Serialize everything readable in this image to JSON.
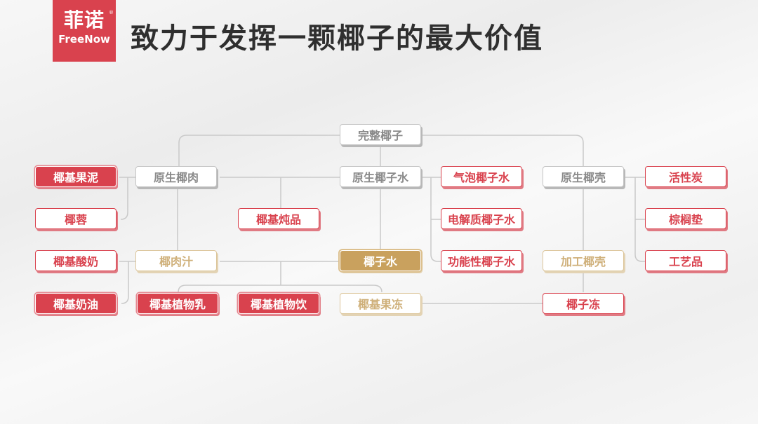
{
  "logo": {
    "cn": "菲诺",
    "en": "FreeNow",
    "reg": "®"
  },
  "title": "致力于发挥一颗椰子的最大价值",
  "colors": {
    "red": "#d9424e",
    "gold": "#c9a15e",
    "gray": "#8a8a8a"
  },
  "nodes": {
    "whole_coconut": "完整椰子",
    "raw_meat": "原生椰肉",
    "raw_water": "原生椰子水",
    "raw_shell": "原生椰壳",
    "puree": "椰基果泥",
    "flakes": "椰蓉",
    "yogurt": "椰基酸奶",
    "cream": "椰基奶油",
    "stew": "椰基炖品",
    "meat_juice": "椰肉汁",
    "coconut_water": "椰子水",
    "processed_shell": "加工椰壳",
    "plant_milk": "椰基植物乳",
    "plant_drink": "椰基植物饮",
    "jelly": "椰基果冻",
    "coconut_jelly": "椰子冻",
    "sparkling": "气泡椰子水",
    "electrolyte": "电解质椰子水",
    "functional": "功能性椰子水",
    "charcoal": "活性炭",
    "palm_mat": "棕榈垫",
    "crafts": "工艺品"
  }
}
